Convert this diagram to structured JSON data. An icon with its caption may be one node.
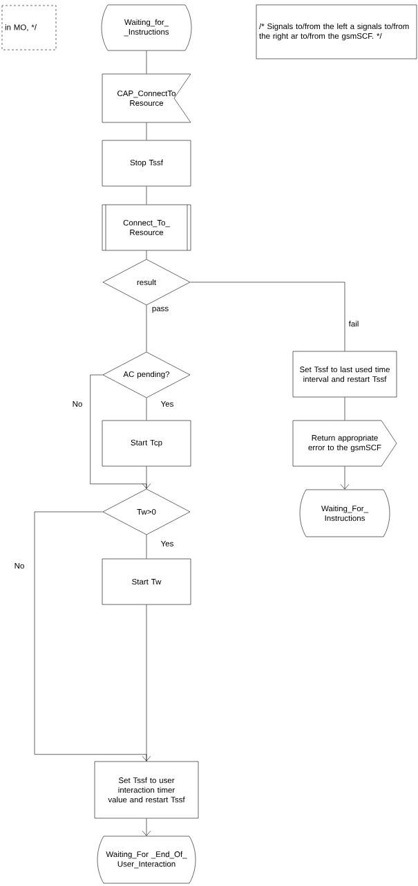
{
  "diagram": {
    "nodes": [
      {
        "text": [
          "in MO, */"
        ]
      },
      {
        "text": [
          "Waiting_for_ _Instructions"
        ]
      },
      {
        "text": [
          "/* Signals to/from the left a signals to/from the right ar to/from the gsmSCF. */"
        ]
      },
      {
        "text": [
          "CAP_ConnectTo Resource"
        ]
      },
      {
        "text": [
          "Stop Tssf"
        ]
      },
      {
        "text": [
          "Connect_To_ Resource"
        ]
      },
      {
        "text": [
          "result"
        ]
      },
      {
        "text": [
          "AC pending?"
        ]
      },
      {
        "text": [
          "Start Tcp"
        ]
      },
      {
        "text": [
          "Tw>0"
        ]
      },
      {
        "text": [
          "Start Tw"
        ]
      },
      {
        "text": [
          "Set Tssf to user interaction timer value and restart Tssf"
        ]
      },
      {
        "text": [
          "Waiting_For _End_Of_ User_Interaction"
        ]
      },
      {
        "text": [
          "Set Tssf to last used time interval and restart Tssf"
        ]
      },
      {
        "text": [
          "Return appropriate error to the gsmSCF"
        ]
      },
      {
        "text": [
          "Waiting_For_ Instructions"
        ]
      }
    ],
    "edges": [
      {
        "from": 1,
        "to": 3,
        "arrow": "none"
      },
      {
        "from": 3,
        "to": 4,
        "arrow": "none"
      },
      {
        "from": 4,
        "to": 5,
        "arrow": "none"
      },
      {
        "from": 5,
        "to": 6,
        "arrow": "none"
      },
      {
        "from": 6,
        "to": 7,
        "arrow": "none",
        "label": "pass"
      },
      {
        "from": 6,
        "to": 13,
        "arrow": "none",
        "label": "fail"
      },
      {
        "from": 7,
        "to": 8,
        "arrow": "none",
        "label": "Yes"
      },
      {
        "from": 7,
        "to": 9,
        "arrow": "to",
        "label": "No"
      },
      {
        "from": 8,
        "to": 9,
        "arrow": "none"
      },
      {
        "from": 9,
        "to": 10,
        "arrow": "none",
        "label": "Yes"
      },
      {
        "from": 9,
        "to": 11,
        "arrow": "to",
        "label": "No"
      },
      {
        "from": 10,
        "to": 11,
        "arrow": "none"
      },
      {
        "from": 11,
        "to": 12,
        "arrow": "to"
      },
      {
        "from": 13,
        "to": 14,
        "arrow": "none"
      },
      {
        "from": 14,
        "to": 15,
        "arrow": "to"
      }
    ]
  }
}
